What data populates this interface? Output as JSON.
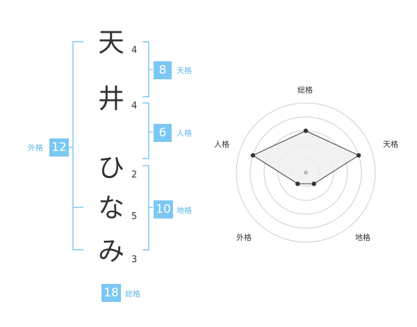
{
  "name": {
    "characters": [
      {
        "char": "天",
        "strokes": "4"
      },
      {
        "char": "井",
        "strokes": "4"
      },
      {
        "char": "ひ",
        "strokes": "2"
      },
      {
        "char": "な",
        "strokes": "5"
      },
      {
        "char": "み",
        "strokes": "3"
      }
    ]
  },
  "kaku": {
    "tenkaku": {
      "label": "天格",
      "value": "8"
    },
    "jinkaku": {
      "label": "人格",
      "value": "6"
    },
    "chikaku": {
      "label": "地格",
      "value": "10"
    },
    "gaikaku": {
      "label": "外格",
      "value": "12"
    },
    "soukaku": {
      "label": "総格",
      "value": "18"
    }
  },
  "radar": {
    "axes": [
      "総格",
      "天格",
      "地格",
      "外格",
      "人格"
    ],
    "values": [
      3,
      4,
      1,
      1,
      4
    ],
    "max": 5,
    "colors": {
      "fill": "#f0f0f0",
      "line": "#333333",
      "grid": "#cccccc",
      "point": "#333333",
      "center": "#bbbbbb"
    }
  },
  "colors": {
    "accent": "#7cc7f2",
    "accent_text": "#5cb6ea"
  }
}
